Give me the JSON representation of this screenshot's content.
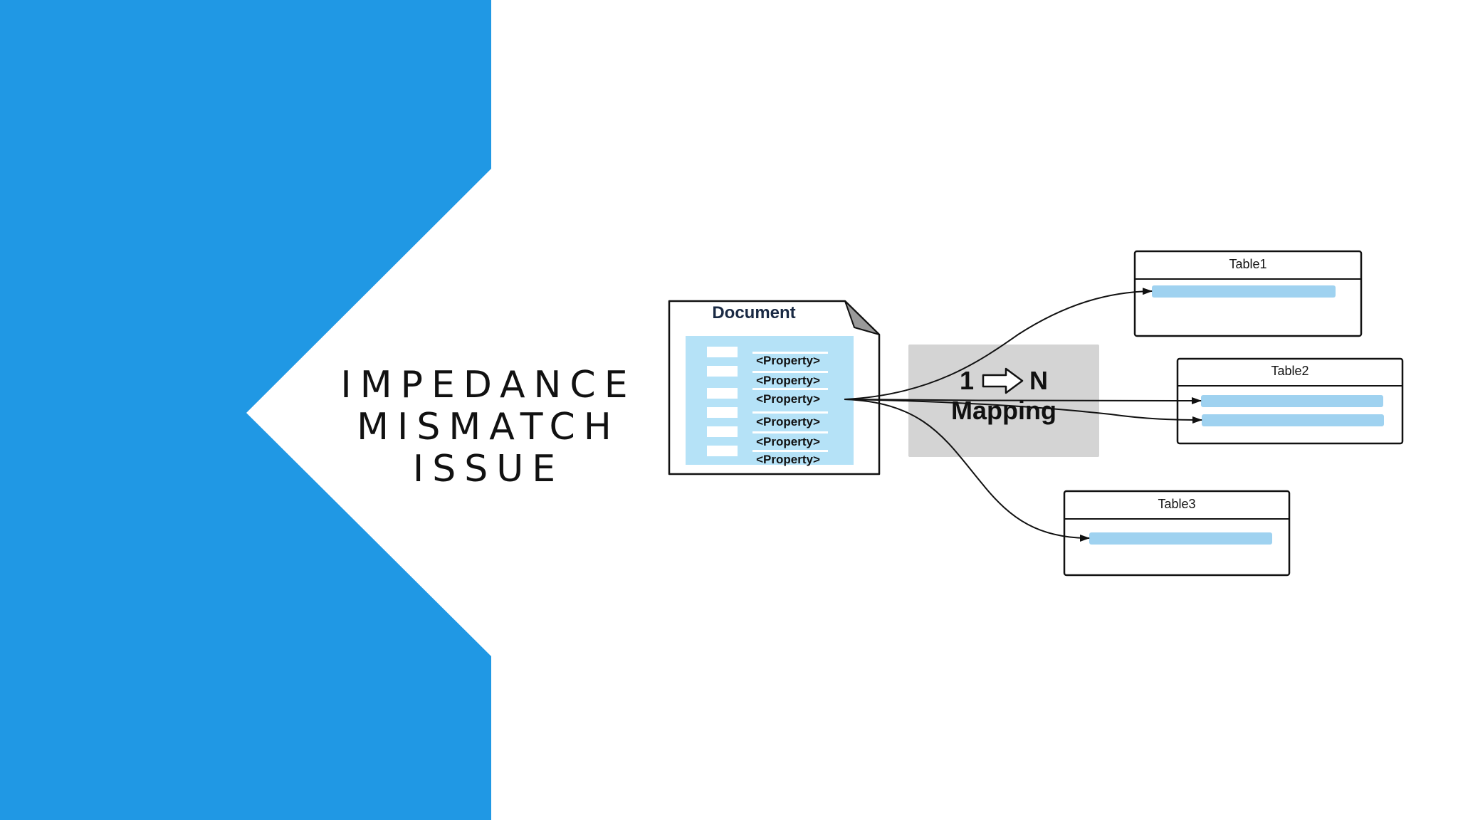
{
  "slide": {
    "title_lines": [
      "IMPEDANCE",
      "MISMATCH",
      "ISSUE"
    ]
  },
  "colors": {
    "accent_blue": "#2098e4",
    "light_blue": "#b5e2f7",
    "row_blue": "#9fd2f0",
    "mapping_gray": "#d4d4d4"
  },
  "diagram": {
    "document": {
      "title": "Document",
      "properties": [
        "<Property>",
        "<Property>",
        "<Property>",
        "<Property>",
        "<Property>",
        "<Property>"
      ]
    },
    "mapping": {
      "left": "1",
      "right": "N",
      "label": "Mapping",
      "arrow_icon": "right-arrow-icon"
    },
    "tables": [
      {
        "title": "Table1"
      },
      {
        "title": "Table2"
      },
      {
        "title": "Table3"
      }
    ]
  }
}
